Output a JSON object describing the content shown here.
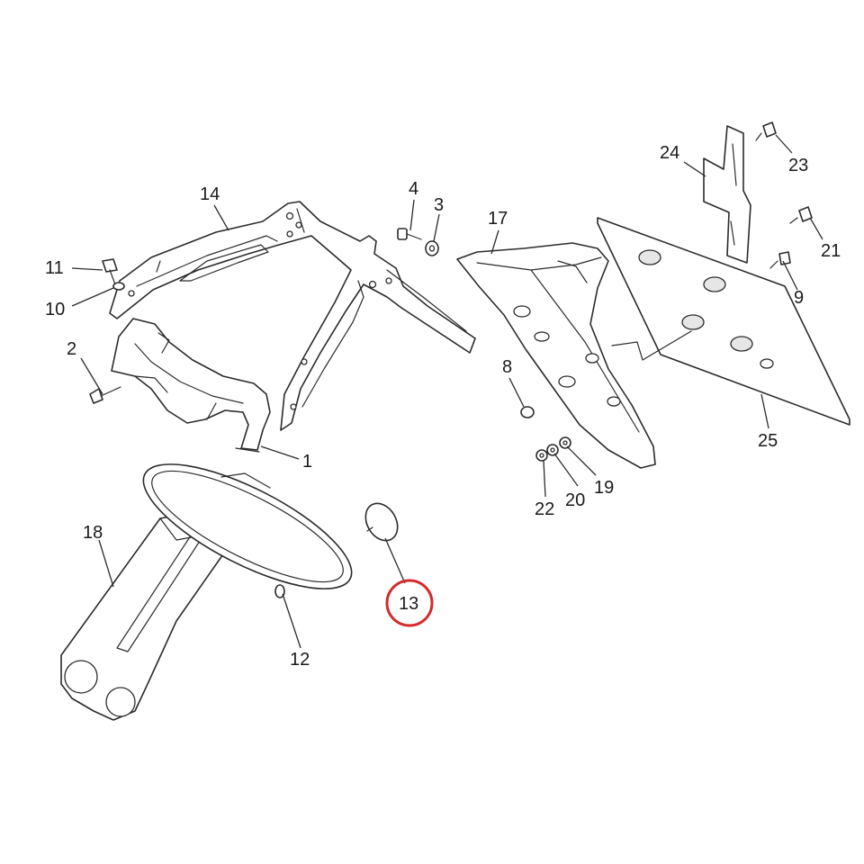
{
  "callouts": [
    {
      "id": "1",
      "text": "1"
    },
    {
      "id": "2",
      "text": "2"
    },
    {
      "id": "3",
      "text": "3"
    },
    {
      "id": "4",
      "text": "4"
    },
    {
      "id": "8",
      "text": "8"
    },
    {
      "id": "9",
      "text": "9"
    },
    {
      "id": "10",
      "text": "10"
    },
    {
      "id": "11",
      "text": "11"
    },
    {
      "id": "12",
      "text": "12"
    },
    {
      "id": "13",
      "text": "13"
    },
    {
      "id": "14",
      "text": "14"
    },
    {
      "id": "17",
      "text": "17"
    },
    {
      "id": "18",
      "text": "18"
    },
    {
      "id": "19",
      "text": "19"
    },
    {
      "id": "20",
      "text": "20"
    },
    {
      "id": "21",
      "text": "21"
    },
    {
      "id": "22",
      "text": "22"
    },
    {
      "id": "23",
      "text": "23"
    },
    {
      "id": "24",
      "text": "24"
    },
    {
      "id": "25",
      "text": "25"
    }
  ],
  "highlighted_part": "13",
  "colors": {
    "line": "#2b2b2b",
    "highlight": "#d42a2a",
    "background": "#ffffff"
  }
}
